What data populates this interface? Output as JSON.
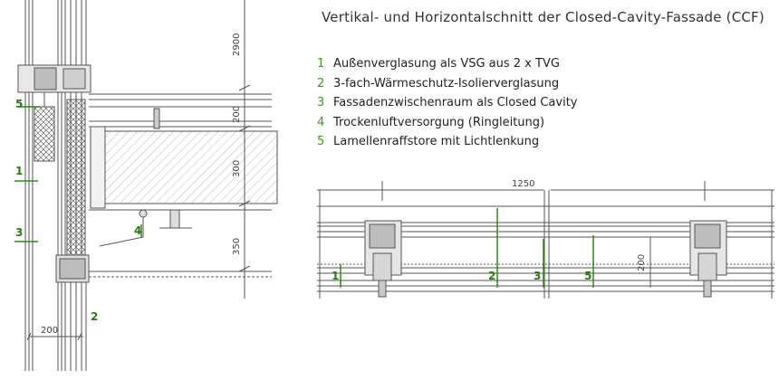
{
  "title": "Vertikal- und Horizontalschnitt der Closed-Cavity-Fassade (CCF)",
  "legend": [
    {
      "num": "1",
      "text": "Außenverglasung als VSG aus 2 x TVG"
    },
    {
      "num": "2",
      "text": "3-fach-Wärmeschutz-Isolierverglasung"
    },
    {
      "num": "3",
      "text": "Fassadenzwischenraum als Closed Cavity"
    },
    {
      "num": "4",
      "text": "Trockenluftversorgung (Ringleitung)"
    },
    {
      "num": "5",
      "text": "Lamellenraffstore mit Lichtlenkung"
    }
  ],
  "dimensions": {
    "d2900": "2900",
    "d200a": "200",
    "d300": "300",
    "d350": "350",
    "d200_bottom": "200",
    "d1250": "1250",
    "d200_right": "200"
  },
  "colors": {
    "accent_green": "#2b8a12",
    "line": "#555555",
    "hatch": "#9a9a9a"
  }
}
